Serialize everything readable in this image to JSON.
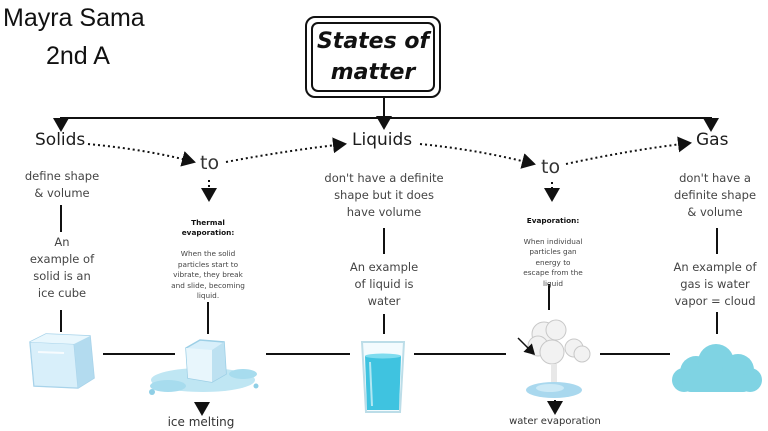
{
  "author": {
    "name": "Mayra Sama",
    "class": "2nd A"
  },
  "title": "States of\nmatter",
  "states": {
    "solids": {
      "heading": "Solids",
      "definition": "define shape\n& volume",
      "example": "An\nexample of\nsolid is an\nice cube"
    },
    "liquids": {
      "heading": "Liquids",
      "definition": "don't have a definite\nshape but  it does\nhave volume",
      "example": "An example\nof liquid is\nwater"
    },
    "gas": {
      "heading": "Gas",
      "definition": "don't have a\ndefinite shape\n& volume",
      "example": "An example of\ngas is water\nvapor = cloud"
    }
  },
  "transitions": {
    "melting": {
      "connector": "to",
      "term": "Thermal\nevaporation:",
      "description": "When the solid\nparticles start to\nvibrate, they break\nand slide, becoming\nliquid.",
      "caption": "ice melting"
    },
    "evaporation": {
      "connector": "to",
      "term": "Evaporation:",
      "description": "When individual\nparticles gan\nenergy to\nescape from the\nliquid",
      "caption": "water evaporation"
    }
  },
  "colors": {
    "ice": "#c6e6f5",
    "water": "#3fc3e0",
    "cloud": "#7fd3e3",
    "line": "#111111"
  }
}
